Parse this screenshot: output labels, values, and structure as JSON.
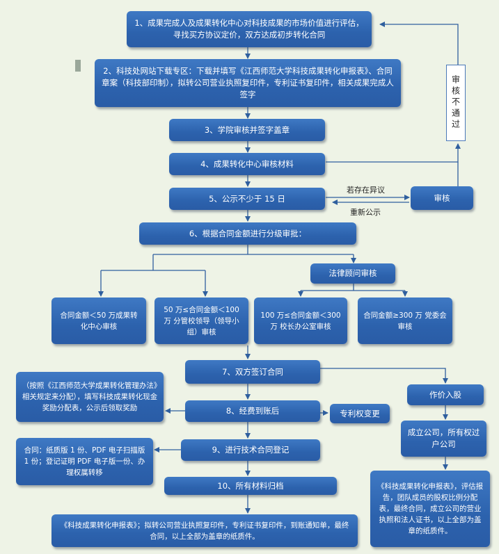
{
  "steps": {
    "s1": "1、成果完成人及成果转化中心对科技成果的市场价值进行评估，寻找买方协议定价，双方达成初步转化合同",
    "s2": "2、科技处网站下载专区：下载并填写《江西师范大学科技成果转化申报表》、合同章案（科技部印制），拟转公司营业执照复印件，专利证书复印件，相关成果完成人签字",
    "s3": "3、学院审核并签字盖章",
    "s4": "4、成果转化中心审核材料",
    "s5": "5、公示不少于 15 日",
    "s6": "6、根据合同金额进行分级审批：",
    "s7": "7、双方签订合同",
    "s8": "8、经费到账后",
    "s9": "9、进行技术合同登记",
    "s10": "10、所有材料归档"
  },
  "review": {
    "box": "审核",
    "reject": "审核不通过",
    "objection": "若存在异议",
    "republish": "重新公示"
  },
  "approval": {
    "legal": "法律顾问审核",
    "tier1": "合同金额＜50 万成果转化中心审核",
    "tier2": "50 万≤合同金额＜100 万 分管校领导（领导小组）审核",
    "tier3": "100 万≤合同金额＜300 万 校长办公室审核",
    "tier4": "合同金额≥300 万 党委会审核"
  },
  "side": {
    "reward": "（按照《江西师范大学成果转化管理办法》相关规定来分配），填写科技成果转化现金奖励分配表，公示后领取奖励",
    "patent": "专利权变更",
    "equity": "作价入股",
    "company": "成立公司，所有权过户公司",
    "company_docs": "《科技成果转化申报表》，评估报告，团队成员的股权比例分配表，最终合同，成立公司的营业执照和法人证书，以上全部为盖章的纸质件。",
    "contract_note": "合同：纸质版 1 份、PDF 电子扫描版 1 份；登记证明 PDF 电子版一份、办理权属转移",
    "archive_docs": "《科技成果转化申报表》；拟转公司营业执照复印件，专利证书复印件，到账通知单，最终合同，以上全部为盖章的纸质件。"
  },
  "colors": {
    "box_fill": "#2f67b3",
    "connector": "#2f5f9e",
    "background": "#eef3e6"
  }
}
